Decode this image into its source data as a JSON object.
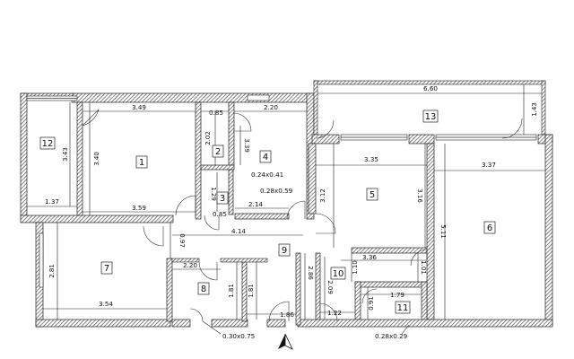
{
  "rooms": [
    "1",
    "2",
    "3",
    "4",
    "5",
    "6",
    "7",
    "8",
    "9",
    "10",
    "11",
    "12",
    "13"
  ],
  "dimensions": [
    "3.49",
    "0.85",
    "2.20",
    "6.60",
    "1.43",
    "2.02",
    "3.39",
    "3.40",
    "3.43",
    "1.37",
    "3.59",
    "0.24x0.41",
    "1.29",
    "0.85",
    "2.14",
    "0.28x0.59",
    "3.35",
    "3.37",
    "3.12",
    "3.16",
    "5.11",
    "0.97",
    "4.14",
    "2.81",
    "2.20",
    "3.54",
    "1.81",
    "1.81",
    "2.86",
    "2.09",
    "3.36",
    "1.10",
    "1.01",
    "1.79",
    "0.91",
    "1.22",
    "1.86",
    "0.30x0.75",
    "0.28x0.29"
  ],
  "colors": {
    "wall_hatch": "#444444",
    "line": "#222222",
    "background": "#ffffff"
  },
  "icons": {
    "north_arrow": "north-arrow-icon"
  }
}
